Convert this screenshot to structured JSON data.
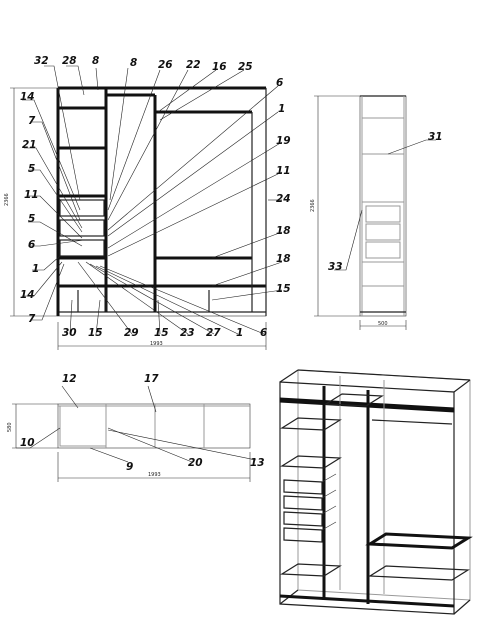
{
  "front_view": {
    "callouts_top": [
      "32",
      "28",
      "8",
      "8",
      "26",
      "22",
      "16",
      "25"
    ],
    "callouts_left": [
      "14",
      "7",
      "21",
      "5",
      "11",
      "5",
      "6",
      "1",
      "14",
      "7"
    ],
    "callouts_right": [
      "6",
      "1",
      "19",
      "11",
      "24",
      "18",
      "18",
      "15"
    ],
    "callouts_bottom": [
      "30",
      "15",
      "29",
      "15",
      "23",
      "27",
      "1",
      "6"
    ],
    "dim_height": "2366",
    "dim_width": "1993"
  },
  "side_view": {
    "callouts": [
      "31",
      "33"
    ],
    "dim_height": "2366",
    "dim_depth": "500"
  },
  "top_view": {
    "callouts": [
      "12",
      "17",
      "10",
      "9",
      "20",
      "13"
    ],
    "dim_depth": "580",
    "dim_width": "1993"
  }
}
